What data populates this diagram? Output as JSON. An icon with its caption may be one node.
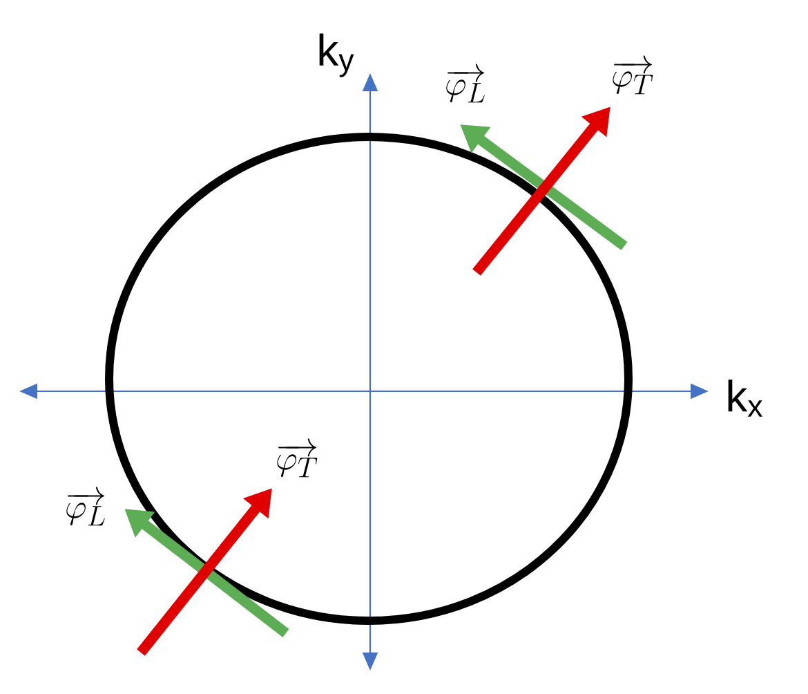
{
  "diagram": {
    "labels": [
      "k$_{y}$",
      "\\overrightarrow{\\varphi_L}",
      "\\overrightarrow{\\varphi_T}",
      "k$_{x}$",
      "\\overrightarrow{\\varphi_T}",
      "\\overrightarrow{\\varphi_L}"
    ]
  }
}
